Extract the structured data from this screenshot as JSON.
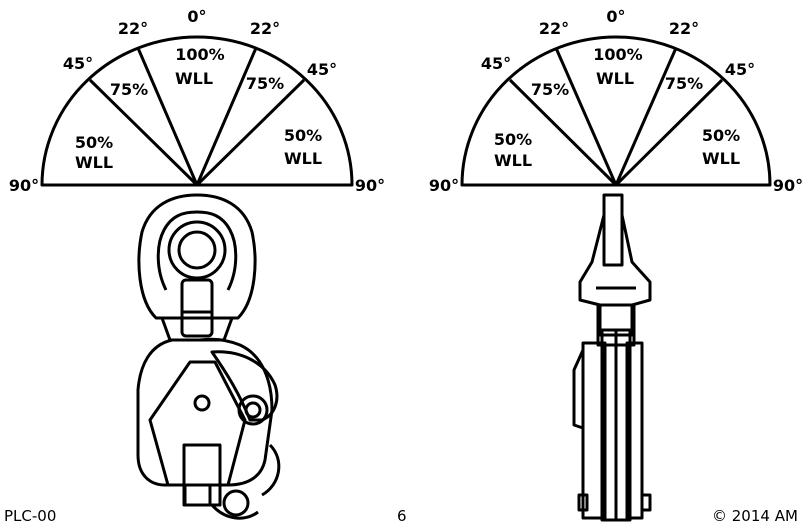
{
  "left_diagram": {
    "angles": {
      "center": "0°",
      "left22": "22°",
      "right22": "22°",
      "left45": "45°",
      "right45": "45°",
      "left90": "90°",
      "right90": "90°"
    },
    "zones": {
      "center_pct": "100%",
      "center_unit": "WLL",
      "left75": "75%",
      "right75": "75%",
      "left50_pct": "50%",
      "left50_unit": "WLL",
      "right50_pct": "50%",
      "right50_unit": "WLL"
    }
  },
  "right_diagram": {
    "angles": {
      "center": "0°",
      "left22": "22°",
      "right22": "22°",
      "left45": "45°",
      "right45": "45°",
      "left90": "90°",
      "right90": "90°"
    },
    "zones": {
      "center_pct": "100%",
      "center_unit": "WLL",
      "left75": "75%",
      "right75": "75%",
      "left50_pct": "50%",
      "left50_unit": "WLL",
      "right50_pct": "50%",
      "right50_unit": "WLL"
    }
  },
  "footer": {
    "doc_code": "PLC-00",
    "page_number": "6",
    "copyright": "© 2014 AM"
  }
}
